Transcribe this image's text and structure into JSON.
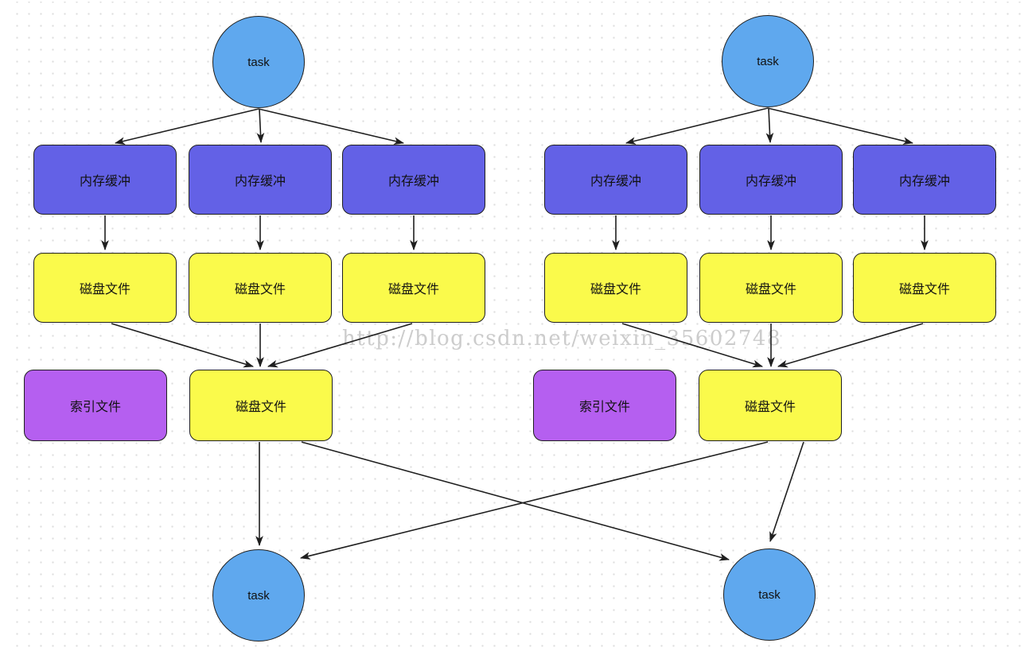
{
  "diagram": {
    "title_hint": "shuffle spill and merge flow",
    "watermark": "http://blog.csdn.net/weixin_35602748",
    "labels": {
      "task": "task",
      "memory_buffer": "内存缓冲",
      "disk_file": "磁盘文件",
      "index_file": "索引文件"
    },
    "structure": {
      "groups": [
        {
          "source": "task",
          "buffers": [
            "内存缓冲",
            "内存缓冲",
            "内存缓冲"
          ],
          "spill_files": [
            "磁盘文件",
            "磁盘文件",
            "磁盘文件"
          ],
          "merged_file": "磁盘文件",
          "index_file": "索引文件"
        },
        {
          "source": "task",
          "buffers": [
            "内存缓冲",
            "内存缓冲",
            "内存缓冲"
          ],
          "spill_files": [
            "磁盘文件",
            "磁盘文件",
            "磁盘文件"
          ],
          "merged_file": "磁盘文件",
          "index_file": "索引文件"
        }
      ],
      "sinks": [
        "task",
        "task"
      ],
      "cross_links": "each merged disk file feeds both bottom tasks"
    },
    "colors": {
      "task_fill": "#5FA8EE",
      "buffer_fill": "#6361E6",
      "disk_fill": "#FAFA4B",
      "index_fill": "#B55FF0",
      "stroke": "#1f1f1f",
      "watermark": "#cccccc",
      "grid_dot": "#dedede"
    }
  }
}
